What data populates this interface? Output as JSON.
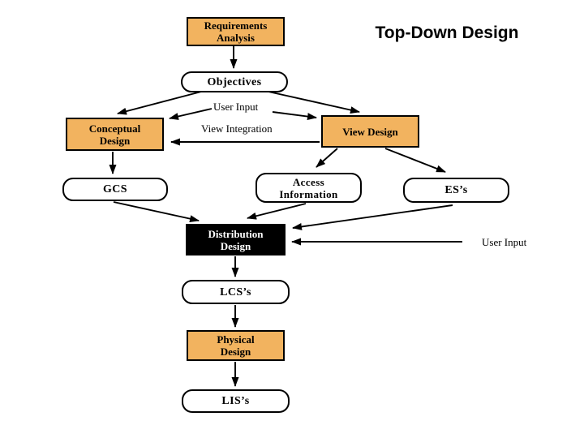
{
  "title": "Top-Down Design",
  "nodes": {
    "requirements_analysis": {
      "lines": [
        "Requirements",
        "Analysis"
      ]
    },
    "objectives": {
      "lines": [
        "Objectives"
      ]
    },
    "conceptual_design": {
      "lines": [
        "Conceptual",
        "Design"
      ]
    },
    "view_design": {
      "lines": [
        "View Design"
      ]
    },
    "gcs": {
      "lines": [
        "GCS"
      ]
    },
    "access_information": {
      "lines": [
        "Access",
        "Information"
      ]
    },
    "ess": {
      "lines": [
        "ES’s"
      ]
    },
    "distribution_design": {
      "lines": [
        "Distribution",
        "Design"
      ]
    },
    "lcss": {
      "lines": [
        "LCS’s"
      ]
    },
    "physical_design": {
      "lines": [
        "Physical",
        "Design"
      ]
    },
    "liss": {
      "lines": [
        "LIS’s"
      ]
    }
  },
  "labels": {
    "user_input_top": "User Input",
    "view_integration": "View Integration",
    "user_input_right": "User Input"
  },
  "edges": [
    {
      "from": "requirements_analysis",
      "to": "objectives"
    },
    {
      "from": "objectives",
      "to": "conceptual_design"
    },
    {
      "from": "objectives",
      "to": "view_design"
    },
    {
      "from": "user_input_top",
      "to": "conceptual_design",
      "label": "User Input"
    },
    {
      "from": "user_input_top",
      "to": "view_design",
      "label": "User Input"
    },
    {
      "from": "view_design",
      "to": "conceptual_design",
      "label": "View Integration"
    },
    {
      "from": "conceptual_design",
      "to": "gcs"
    },
    {
      "from": "view_design",
      "to": "access_information"
    },
    {
      "from": "view_design",
      "to": "ess"
    },
    {
      "from": "gcs",
      "to": "distribution_design"
    },
    {
      "from": "access_information",
      "to": "distribution_design"
    },
    {
      "from": "ess",
      "to": "distribution_design"
    },
    {
      "from": "user_input_right",
      "to": "distribution_design",
      "label": "User Input"
    },
    {
      "from": "distribution_design",
      "to": "lcss"
    },
    {
      "from": "lcss",
      "to": "physical_design"
    },
    {
      "from": "physical_design",
      "to": "liss"
    }
  ],
  "colors": {
    "process_fill": "#F2B35F",
    "node_border": "#000000",
    "data_node_fill": "#FFFFFF",
    "highlight_fill": "#000000",
    "highlight_text": "#FFFFFF",
    "title_color": "#000000",
    "arrow": "#000000",
    "background": "#FFFFFF"
  }
}
